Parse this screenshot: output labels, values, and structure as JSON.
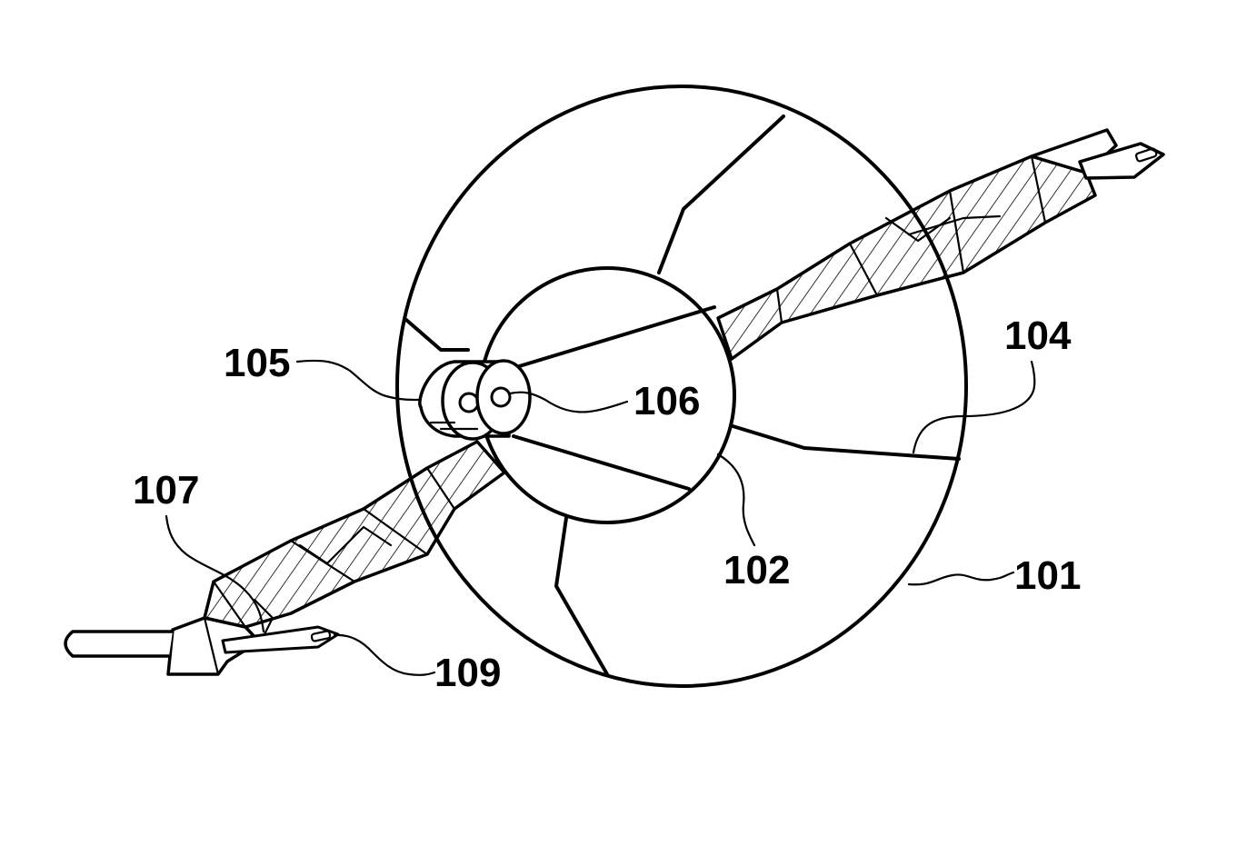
{
  "figure": {
    "labels": {
      "ref_101": "101",
      "ref_102": "102",
      "ref_104": "104",
      "ref_105": "105",
      "ref_106": "106",
      "ref_107": "107",
      "ref_109": "109"
    },
    "colors": {
      "ink": "#000000",
      "background": "#ffffff"
    }
  }
}
